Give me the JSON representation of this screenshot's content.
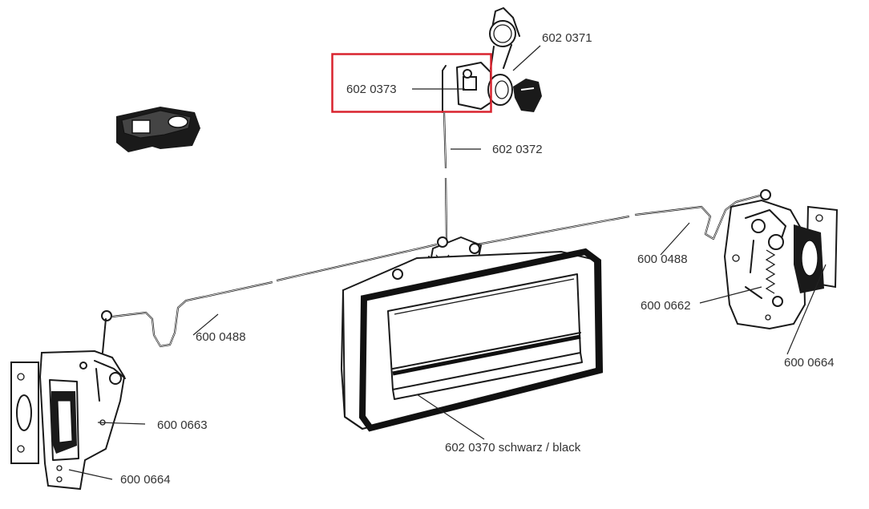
{
  "labels": {
    "key_lock": "602 0371",
    "lock_cylinder": "602 0373",
    "rod_vertical": "602 0372",
    "rod_right": "600 0488",
    "latch_right": "600 0662",
    "plate_right": "600 0664",
    "rod_left": "600 0488",
    "latch_left": "600 0663",
    "plate_left": "600 0664",
    "handle": "602 0370 schwarz / black"
  },
  "colors": {
    "highlight_box": "#d9232e",
    "line_art": "#1a1a1a",
    "label_text": "#333333"
  }
}
